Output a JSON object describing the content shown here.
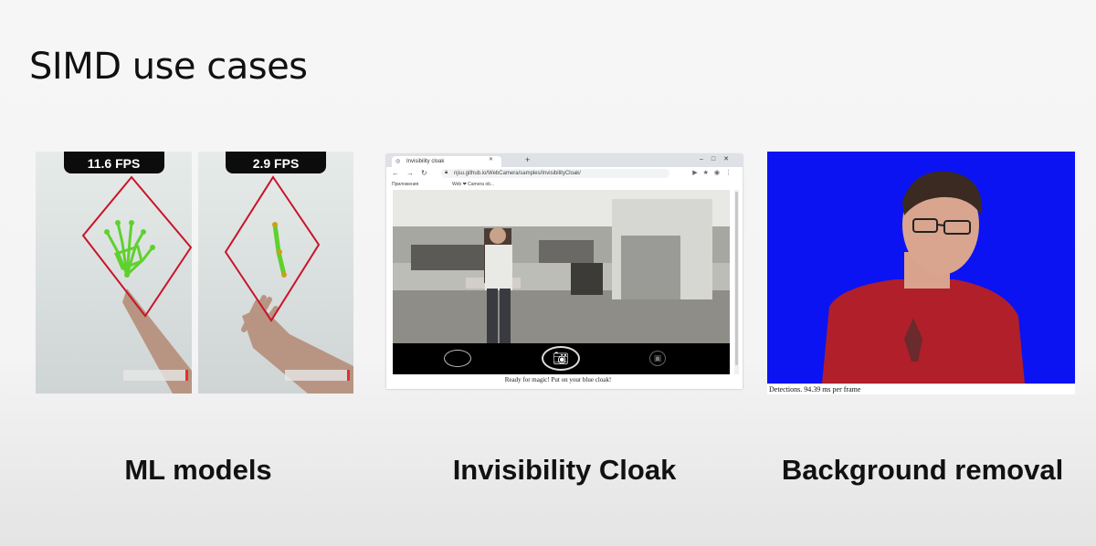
{
  "slide": {
    "title": "SIMD use cases",
    "captions": [
      "ML models",
      "Invisibility Cloak",
      "Background removal"
    ]
  },
  "ml_demo": {
    "left_fps": "11.6 FPS",
    "right_fps": "2.9 FPS"
  },
  "browser": {
    "tab_title": "Invisibility cloak",
    "address": "njsu.github.io/WebCamera/samples/InvisibilityCloak/",
    "bookmarks": {
      "apps": "Приложения",
      "items": "Web ❤ Camera ob..."
    },
    "status_message": "Ready for magic! Put on your blue cloak!"
  },
  "background_removal": {
    "detections_text": "Detections. 94.39 ms per frame"
  },
  "colors": {
    "chroma_blue": "#0b13f2",
    "hand_box": "#c8142a",
    "landmark_green": "#5fd12e"
  },
  "icons": [
    "camera-icon",
    "record-icon",
    "save-icon",
    "back-arrow-icon",
    "forward-arrow-icon",
    "reload-icon",
    "lock-icon",
    "close-icon",
    "new-tab-icon"
  ]
}
